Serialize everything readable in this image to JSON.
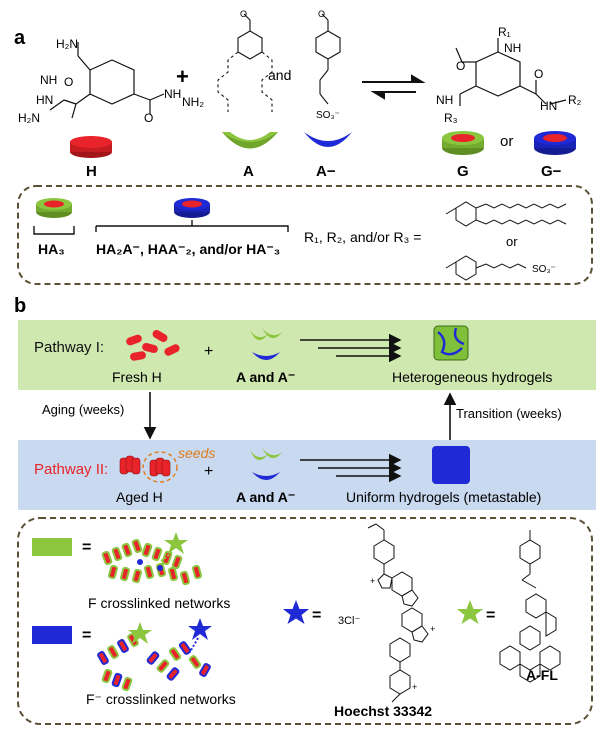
{
  "panel_a": {
    "label": "a",
    "plus": "+",
    "and": "and",
    "compounds": {
      "H": "H",
      "A": "A",
      "A_minus": "A−",
      "G": "G",
      "or": "or",
      "G_minus": "G−"
    },
    "chem": {
      "H2N_top": "H₂N",
      "NH_top": "NH",
      "O_left": "O",
      "O_right": "O",
      "HN_left": "HN",
      "NH_right": "NH",
      "NH2_right": "NH₂",
      "H2N_bottom": "H₂N",
      "SO3": "SO₃⁻",
      "O_ald": "O",
      "R1": "R₁",
      "NH_g": "NH",
      "O_g1": "O",
      "O_g2": "O",
      "NH_g2": "NH",
      "HN_g": "HN",
      "R2": "R₂",
      "R3": "R₃"
    },
    "box": {
      "ha3": "HA₃",
      "mixed": "HA₂A⁻, HAA⁻₂, and/or HA⁻₃",
      "r_eq": "R₁, R₂, and/or R₃ =",
      "or": "or",
      "so3": "SO₃⁻"
    }
  },
  "panel_b": {
    "label": "b",
    "pathway1": {
      "title": "Pathway I:",
      "fresh": "Fresh H",
      "plus": "+",
      "reagents": "A and A⁻",
      "product": "Heterogeneous hydrogels"
    },
    "aging": "Aging (weeks)",
    "transition": "Transition (weeks)",
    "pathway2": {
      "title": "Pathway II:",
      "seeds": "seeds",
      "aged": "Aged H",
      "plus": "+",
      "reagents": "A and A⁻",
      "product": "Uniform hydrogels (metastable)"
    },
    "legend": {
      "eq": "=",
      "f_net": "F crosslinked networks",
      "fm_net": "F⁻ crosslinked networks",
      "hoechst": "Hoechst 33342",
      "afl": "A-FL",
      "cl": "3Cl⁻",
      "plus_sign": "+"
    }
  },
  "colors": {
    "red": "#e8242a",
    "green": "#8cc63f",
    "blue": "#1f2ad6",
    "box_green": "#cfe8b0",
    "box_blue": "#c9d9ef",
    "dash": "#5a5035",
    "pathway2": "#e8242a",
    "seeds": "#e07b1b"
  }
}
